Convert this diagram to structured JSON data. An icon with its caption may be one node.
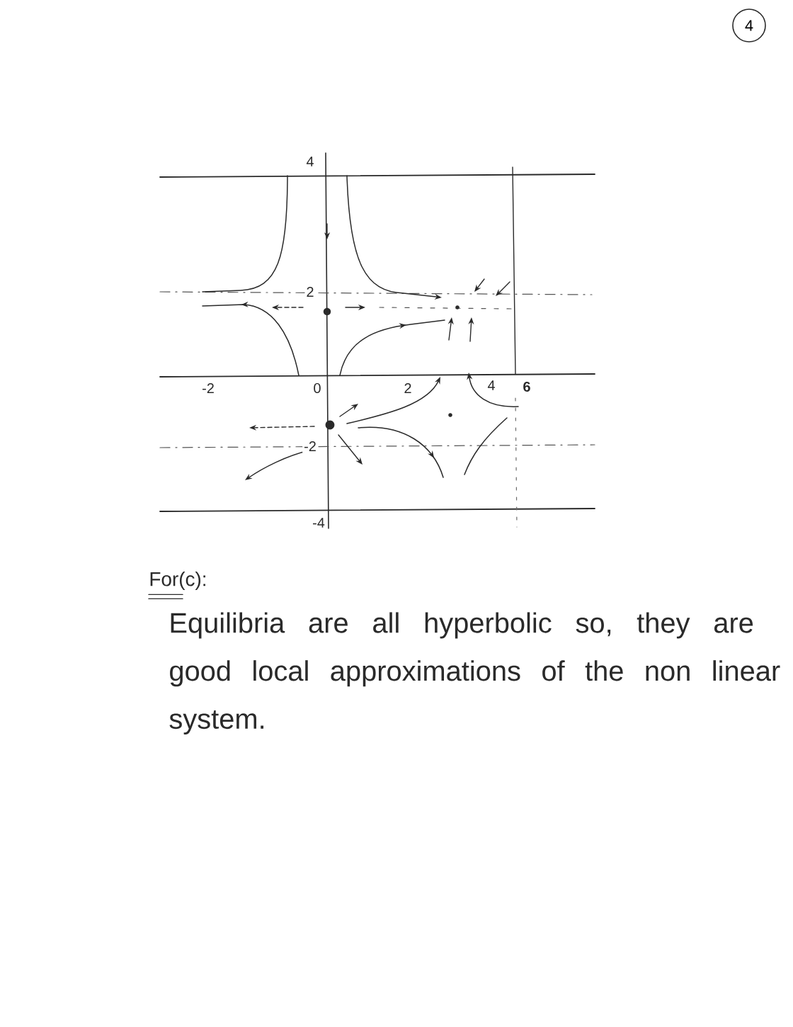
{
  "diagram": {
    "nodes": [
      {
        "text": [
          "4"
        ]
      }
    ],
    "labels": [
      "4",
      "2",
      "-2",
      "0",
      "2",
      "4",
      "6",
      "-2",
      "-4",
      "For(c):",
      "Equilibria are all hyperbolic so, they are good local approximations of the non linear system."
    ]
  }
}
